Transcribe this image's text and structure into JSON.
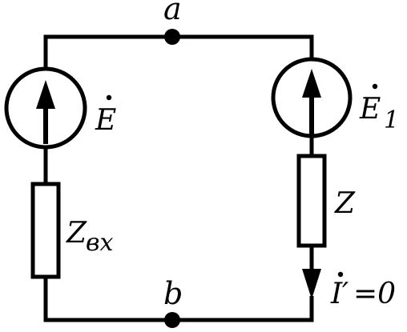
{
  "nodes": {
    "top": "a",
    "bottom": "b"
  },
  "left_branch": {
    "source_label": "E",
    "impedance_label": "Z",
    "impedance_subscript": "вх"
  },
  "right_branch": {
    "source_label": "E",
    "source_subscript": "1",
    "impedance_label": "Z",
    "current_label": "I",
    "current_prime": "′",
    "current_value": "=0"
  },
  "colors": {
    "line": "#000000",
    "background": "#ffffff"
  }
}
